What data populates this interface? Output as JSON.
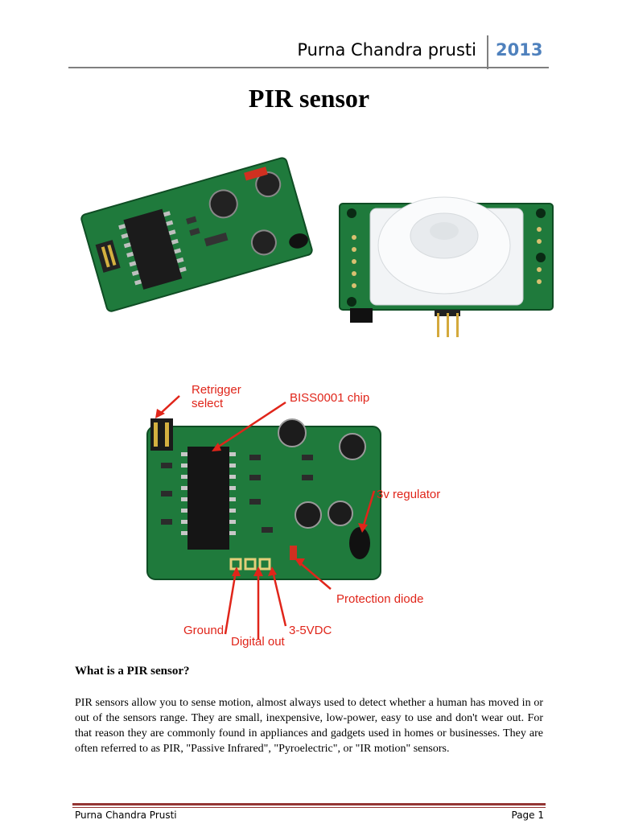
{
  "header": {
    "author": "Purna Chandra prusti",
    "year": "2013"
  },
  "title": "PIR sensor",
  "diagram_labels": {
    "retrigger": "Retrigger\nselect",
    "chip": "BISS0001 chip",
    "regulator": "3v regulator",
    "diode": "Protection diode",
    "ground": "Ground",
    "digital_out": "Digital out",
    "vdc": "3-5VDC"
  },
  "section": {
    "heading": "What is a PIR sensor?",
    "paragraph": "PIR sensors allow you to sense motion, almost always used to detect whether a human has moved in or out of the sensors range. They are small, inexpensive, low-power, easy to use and don't wear out. For that reason they are commonly found in appliances and gadgets used in homes or businesses. They are often referred to as PIR, \"Passive Infrared\", \"Pyroelectric\", or \"IR motion\" sensors."
  },
  "footer": {
    "author": "Purna Chandra Prusti",
    "page": "Page 1"
  },
  "colors": {
    "accent_blue": "#4f81bd",
    "footer_rule": "#943634",
    "callout_red": "#e0251a",
    "pcb_green": "#1f7a3c"
  }
}
